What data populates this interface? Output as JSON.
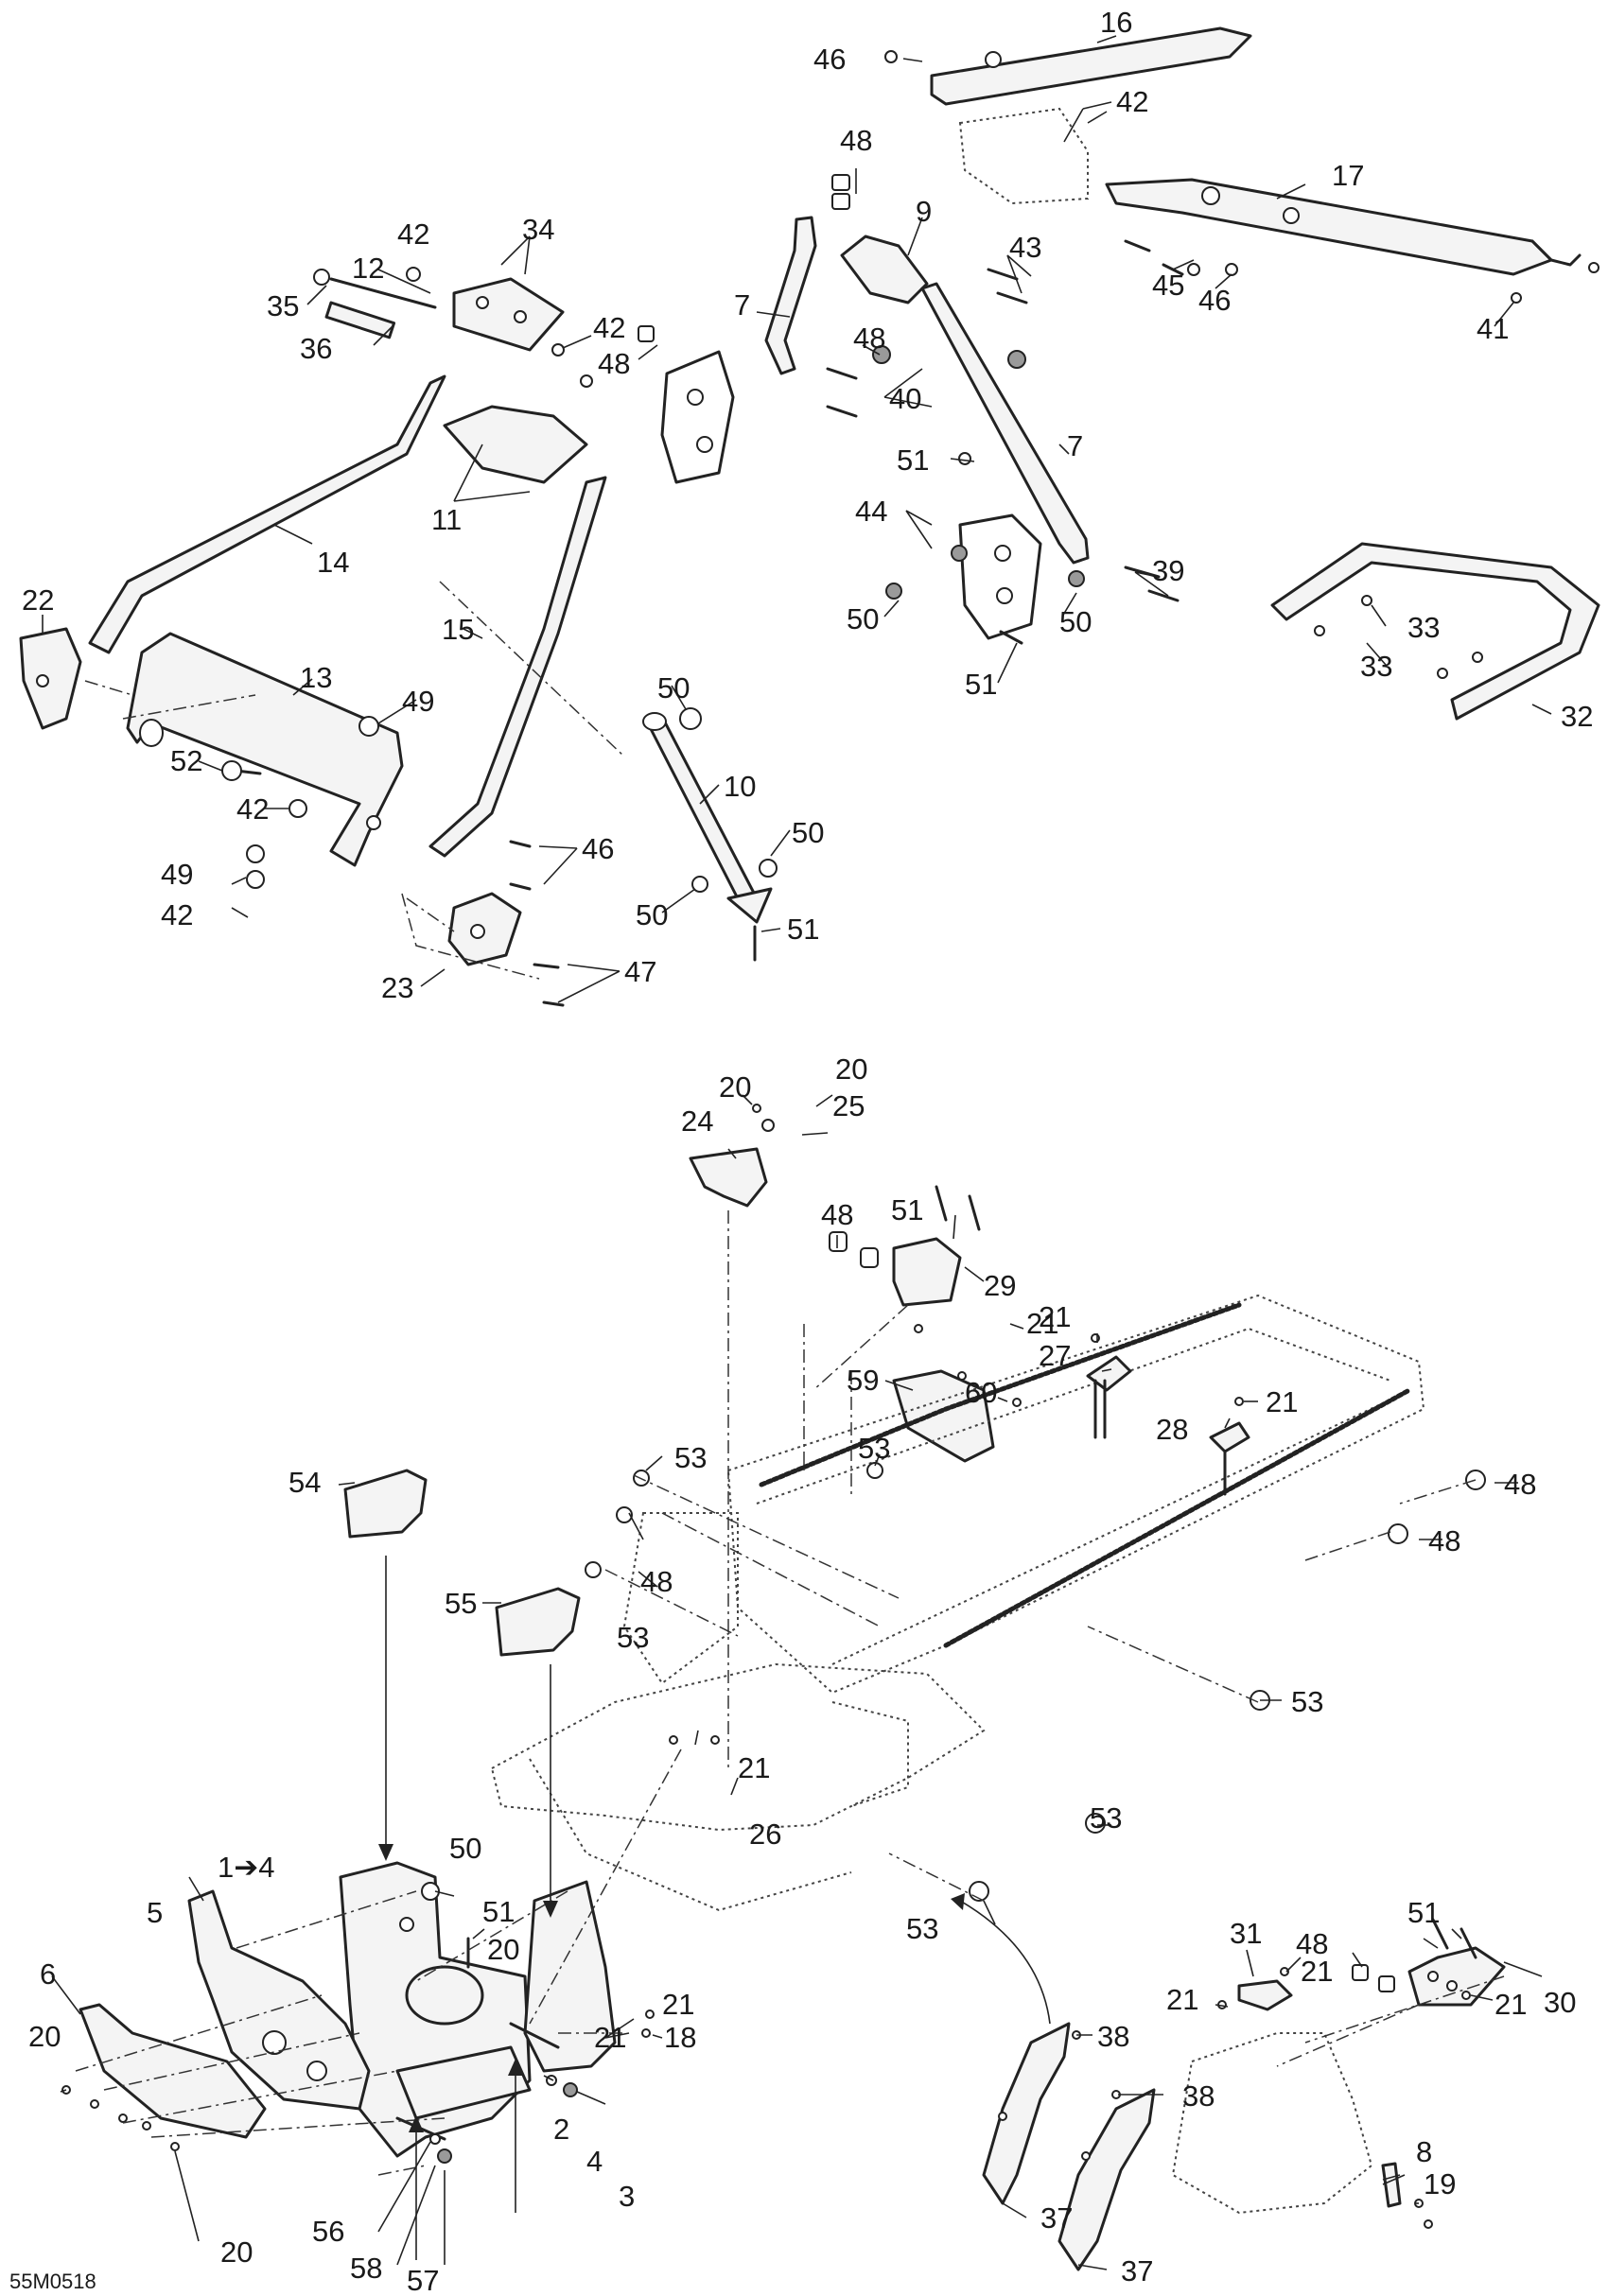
{
  "diagram_code": "55M0518",
  "arrow_label": "1➔4",
  "callouts": {
    "c16": "16",
    "c46a": "46",
    "c42a": "42",
    "c17": "17",
    "c48a": "48",
    "c9": "9",
    "c43": "43",
    "c45": "45",
    "c46b": "46",
    "c41": "41",
    "c42b": "42",
    "c34": "34",
    "c12": "12",
    "c35": "35",
    "c42c": "42",
    "c36": "36",
    "c7a": "7",
    "c48b": "48",
    "c48c": "48",
    "c40": "40",
    "c51a": "51",
    "c7b": "7",
    "c11": "11",
    "c44": "44",
    "c39": "39",
    "c14": "14",
    "c50a": "50",
    "c50b": "50",
    "c33a": "33",
    "c33b": "33",
    "c51b": "51",
    "c22": "22",
    "c15": "15",
    "c13": "13",
    "c50c": "50",
    "c32": "32",
    "c49a": "49",
    "c52": "52",
    "c10": "10",
    "c42d": "42",
    "c46c": "46",
    "c50d": "50",
    "c49b": "49",
    "c42e": "42",
    "c50e": "50",
    "c51c": "51",
    "c23": "23",
    "c47": "47",
    "c20a": "20",
    "c20b": "20",
    "c25": "25",
    "c24": "24",
    "c48d": "48",
    "c51d": "51",
    "c29": "29",
    "c21a": "21",
    "c21b": "21",
    "c27": "27",
    "c59": "59",
    "c60": "60",
    "c21c": "21",
    "c28": "28",
    "c53a": "53",
    "c48e": "48",
    "c54": "54",
    "c53b": "53",
    "c48f": "48",
    "c55": "55",
    "c48g": "48",
    "c53c": "53",
    "c53d": "53",
    "c21d": "21",
    "c50f": "50",
    "c26": "26",
    "c51e": "51",
    "c51f": "51",
    "c48h": "48",
    "c53e": "53",
    "c31": "31",
    "c21e": "21",
    "c21f": "21",
    "c5": "5",
    "c20c": "20",
    "c21g": "21",
    "c21h": "21",
    "c30": "30",
    "c6": "6",
    "c20d": "20",
    "c18": "18",
    "c53f": "53",
    "c8": "8",
    "c19": "19",
    "c2": "2",
    "c4": "4",
    "c38a": "38",
    "c3": "3",
    "c38b": "38",
    "c37a": "37",
    "c20e": "20",
    "c56": "56",
    "c37b": "37",
    "c58": "58",
    "c57": "57"
  }
}
